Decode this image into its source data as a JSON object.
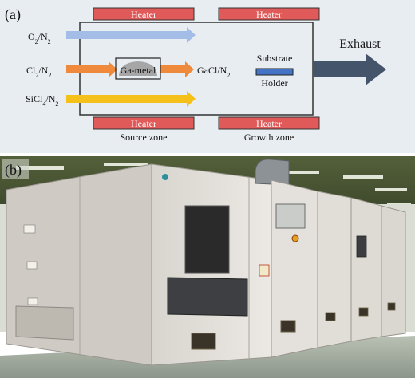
{
  "panel_a": {
    "label": "(a)",
    "colors": {
      "background": "#e8edf2",
      "chamber_outline": "#333333",
      "heater_fill": "#e05a5a",
      "heater_text": "#ffffff",
      "o2_arrow": "#a3bde6",
      "cl2_arrow": "#ef8a3c",
      "sicl4_arrow": "#f5c01a",
      "holder_fill": "#4472c4",
      "exhaust_arrow": "#44546a"
    },
    "heaters": {
      "label": "Heater"
    },
    "inlets": {
      "o2": [
        "O",
        "2",
        "/N",
        "2"
      ],
      "cl2": [
        "Cl",
        "2",
        "/N",
        "2"
      ],
      "sicl4": [
        "SiCl",
        "4",
        "/N",
        "2"
      ]
    },
    "ga_metal": "Ga-metal",
    "gacl": [
      "GaCl/N",
      "2"
    ],
    "substrate": "Substrate",
    "holder": "Holder",
    "exhaust": "Exhaust",
    "source_zone": "Source zone",
    "growth_zone": "Growth zone"
  },
  "panel_b": {
    "label": "(b)",
    "icons": [
      "hvpe-equipment-photo",
      "company-logo-icon",
      "warning-label-icon",
      "emergency-stop-icon",
      "vent-grille-icon"
    ]
  }
}
